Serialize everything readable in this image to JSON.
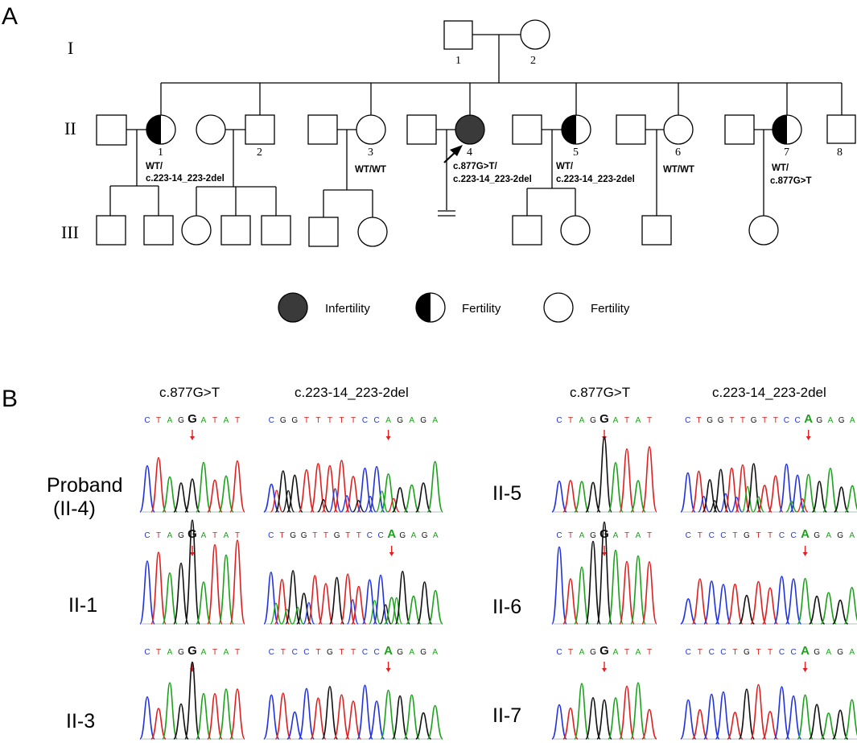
{
  "panel_a": {
    "label": "A",
    "generations": [
      "I",
      "II",
      "III"
    ],
    "individuals": {
      "I1": "1",
      "I2": "2",
      "II1": "1",
      "II2": "2",
      "II3": "3",
      "II4": "4",
      "II5": "5",
      "II6": "6",
      "II7": "7",
      "II8": "8"
    },
    "genotypes": {
      "II1": [
        "WT/",
        "c.223-14_223-2del"
      ],
      "II3": [
        "WT/WT"
      ],
      "II4": [
        "c.877G>T/",
        "c.223-14_223-2del"
      ],
      "II5": [
        "WT/",
        "c.223-14_223-2del"
      ],
      "II6": [
        "WT/WT"
      ],
      "II7": [
        "WT/",
        "c.877G>T"
      ]
    },
    "legend": {
      "infertility": "Infertility",
      "fertility_carrier": "Fertility",
      "fertility_normal": "Fertility"
    },
    "colors": {
      "affected": "#3a3a3a",
      "line": "#000000"
    }
  },
  "panel_b": {
    "label": "B",
    "headers": {
      "left_mut1": "c.877G>T",
      "left_mut2": "c.223-14_223-2del",
      "right_mut1": "c.877G>T",
      "right_mut2": "c.223-14_223-2del"
    },
    "samples": {
      "proband_line1": "Proband",
      "proband_line2": "(II-4)",
      "II1": "II-1",
      "II3": "II-3",
      "II5": "II-5",
      "II6": "II-6",
      "II7": "II-7"
    },
    "sequences": {
      "proband_a": "CTAGGATAT",
      "proband_b": "CGGTTTTTCCAGAGA",
      "II1_a": "CTAGGATAT",
      "II1_b": "CTGGTTGTTCCAGAGA",
      "II3_a": "CTAGGATAT",
      "II3_b": "CTCCTGTTCCAGAGA",
      "II5_a": "CTAGGATAT",
      "II5_b": "CTGGTTGTTCCAGAGA",
      "II6_a": "CTAGGATAT",
      "II6_b": "CTCCTGTTCCAGAGA",
      "II7_a": "CTAGGATAT",
      "II7_b": "CTCCTGTTCCAGAGA"
    },
    "base_colors": {
      "A": "#1aa31a",
      "C": "#2233dd",
      "G": "#111111",
      "T": "#e02020"
    },
    "arrow_color": "#e02020"
  }
}
